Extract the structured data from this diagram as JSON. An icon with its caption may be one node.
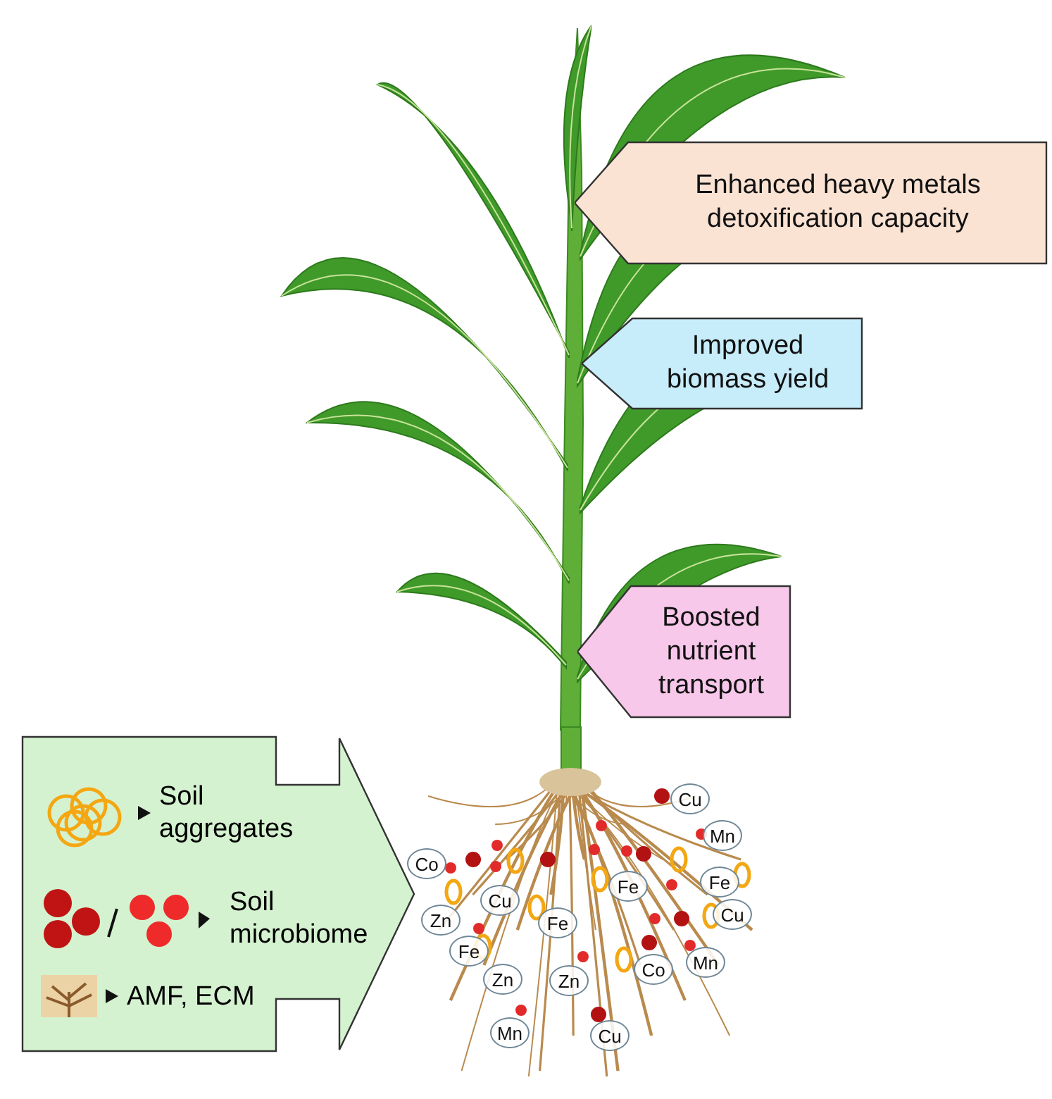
{
  "diagram": {
    "nodes": [
      {
        "text": [],
        "shape": "picture"
      },
      {
        "text": [
          "Enhanced heavy metals detoxification capacity"
        ]
      },
      {
        "text": [
          "Improved biomass yield"
        ]
      },
      {
        "text": [
          "Boosted nutrient transport"
        ]
      },
      {
        "text": [
          "Soil aggregates",
          "Soil microbiome",
          "AMF, ECM"
        ]
      },
      {
        "text": [
          "Cu"
        ],
        "in": 0
      },
      {
        "text": [
          "Mn"
        ],
        "in": 0
      },
      {
        "text": [
          "Co"
        ],
        "in": 0
      },
      {
        "text": [
          "Fe"
        ],
        "in": 0
      },
      {
        "text": [
          "Fe"
        ],
        "in": 0
      },
      {
        "text": [
          "Cu"
        ],
        "in": 0
      },
      {
        "text": [
          "Cu"
        ],
        "in": 0
      },
      {
        "text": [
          "Zn"
        ],
        "in": 0
      },
      {
        "text": [
          "Fe"
        ],
        "in": 0
      },
      {
        "text": [
          "Fe"
        ],
        "in": 0
      },
      {
        "text": [
          "Mn"
        ],
        "in": 0
      },
      {
        "text": [
          "Co"
        ],
        "in": 0
      },
      {
        "text": [
          "Zn"
        ],
        "in": 0
      },
      {
        "text": [
          "Zn"
        ],
        "in": 0
      },
      {
        "text": [
          "Mn"
        ],
        "in": 0
      },
      {
        "text": [
          "Cu"
        ],
        "in": 0
      }
    ],
    "edges": []
  }
}
